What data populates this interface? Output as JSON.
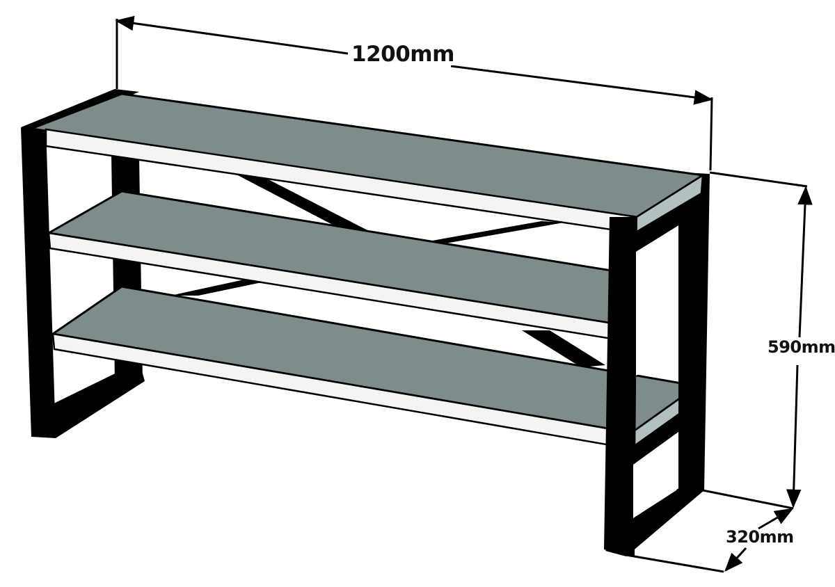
{
  "diagram": {
    "subject": "Three-tier metal frame shelf with X-brace",
    "colors": {
      "shelf_top": "#7f8c8d",
      "shelf_front_edge": "#f3f5f5",
      "shelf_side_edge": "#b4bfbf",
      "frame": "#000000",
      "background": "#ffffff"
    },
    "shelves": [
      {
        "name": "top-shelf"
      },
      {
        "name": "middle-shelf"
      },
      {
        "name": "bottom-shelf"
      }
    ],
    "dimensions": {
      "width": {
        "label": "1200mm",
        "value": 1200,
        "unit": "mm"
      },
      "height": {
        "label": "590mm",
        "value": 590,
        "unit": "mm"
      },
      "depth": {
        "label": "320mm",
        "value": 320,
        "unit": "mm"
      }
    }
  }
}
